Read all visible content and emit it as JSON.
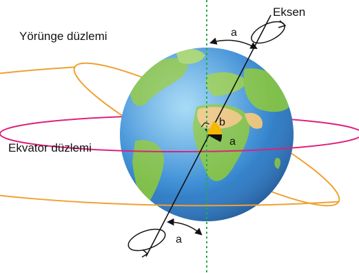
{
  "labels": {
    "axis": "Eksen",
    "orbital_plane": "Yörünge düzlemi",
    "equatorial_plane": "Ekvator düzlemi",
    "angle_a_top": "a",
    "angle_a_bottom": "a",
    "angle_a_center": "a",
    "angle_b_center": "b"
  },
  "colors": {
    "orbital_ring": "#f0a030",
    "equator_ring": "#e0207a",
    "vertical_reference": "#2aa84a",
    "axis_line": "#111111",
    "ocean": "#3d8fd6",
    "land": "#7fbf4a",
    "desert": "#e8c27a"
  }
}
